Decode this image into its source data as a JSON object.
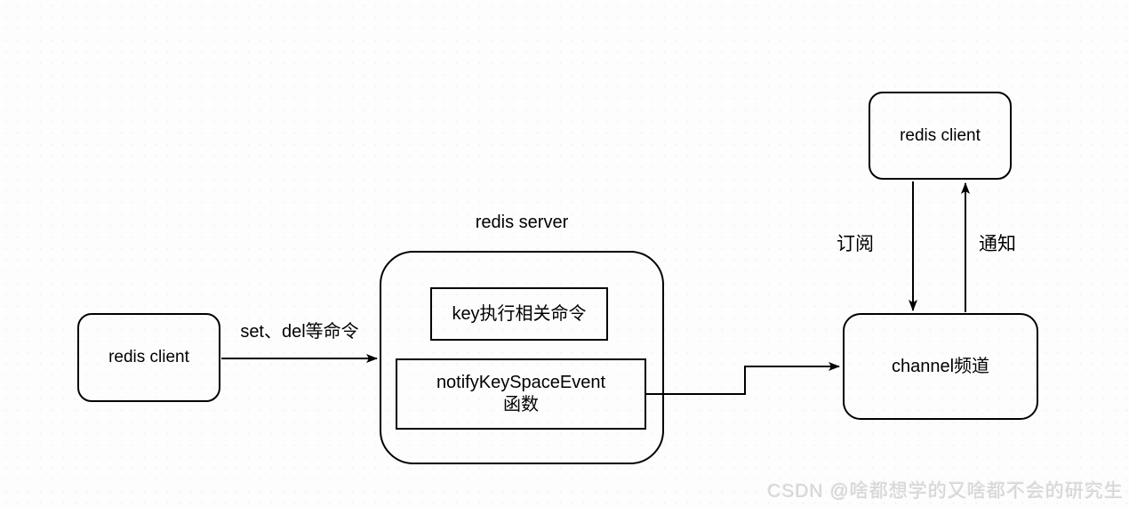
{
  "diagram": {
    "nodes": {
      "left_client": {
        "label": "redis client"
      },
      "server": {
        "title": "redis server"
      },
      "key_command_box": {
        "label": "key执行相关命令"
      },
      "notify_box": {
        "line1": "notifyKeySpaceEvent",
        "line2": "函数"
      },
      "channel": {
        "label": "channel频道"
      },
      "top_client": {
        "label": "redis client"
      }
    },
    "edges": {
      "set_del": {
        "label": "set、del等命令"
      },
      "subscribe": {
        "label": "订阅"
      },
      "notify": {
        "label": "通知"
      }
    },
    "colors": {
      "stroke": "#000000",
      "background": "#fdfdfd",
      "watermark": "#d6d6d6"
    }
  },
  "watermark": {
    "text": "CSDN @啥都想学的又啥都不会的研究生"
  }
}
